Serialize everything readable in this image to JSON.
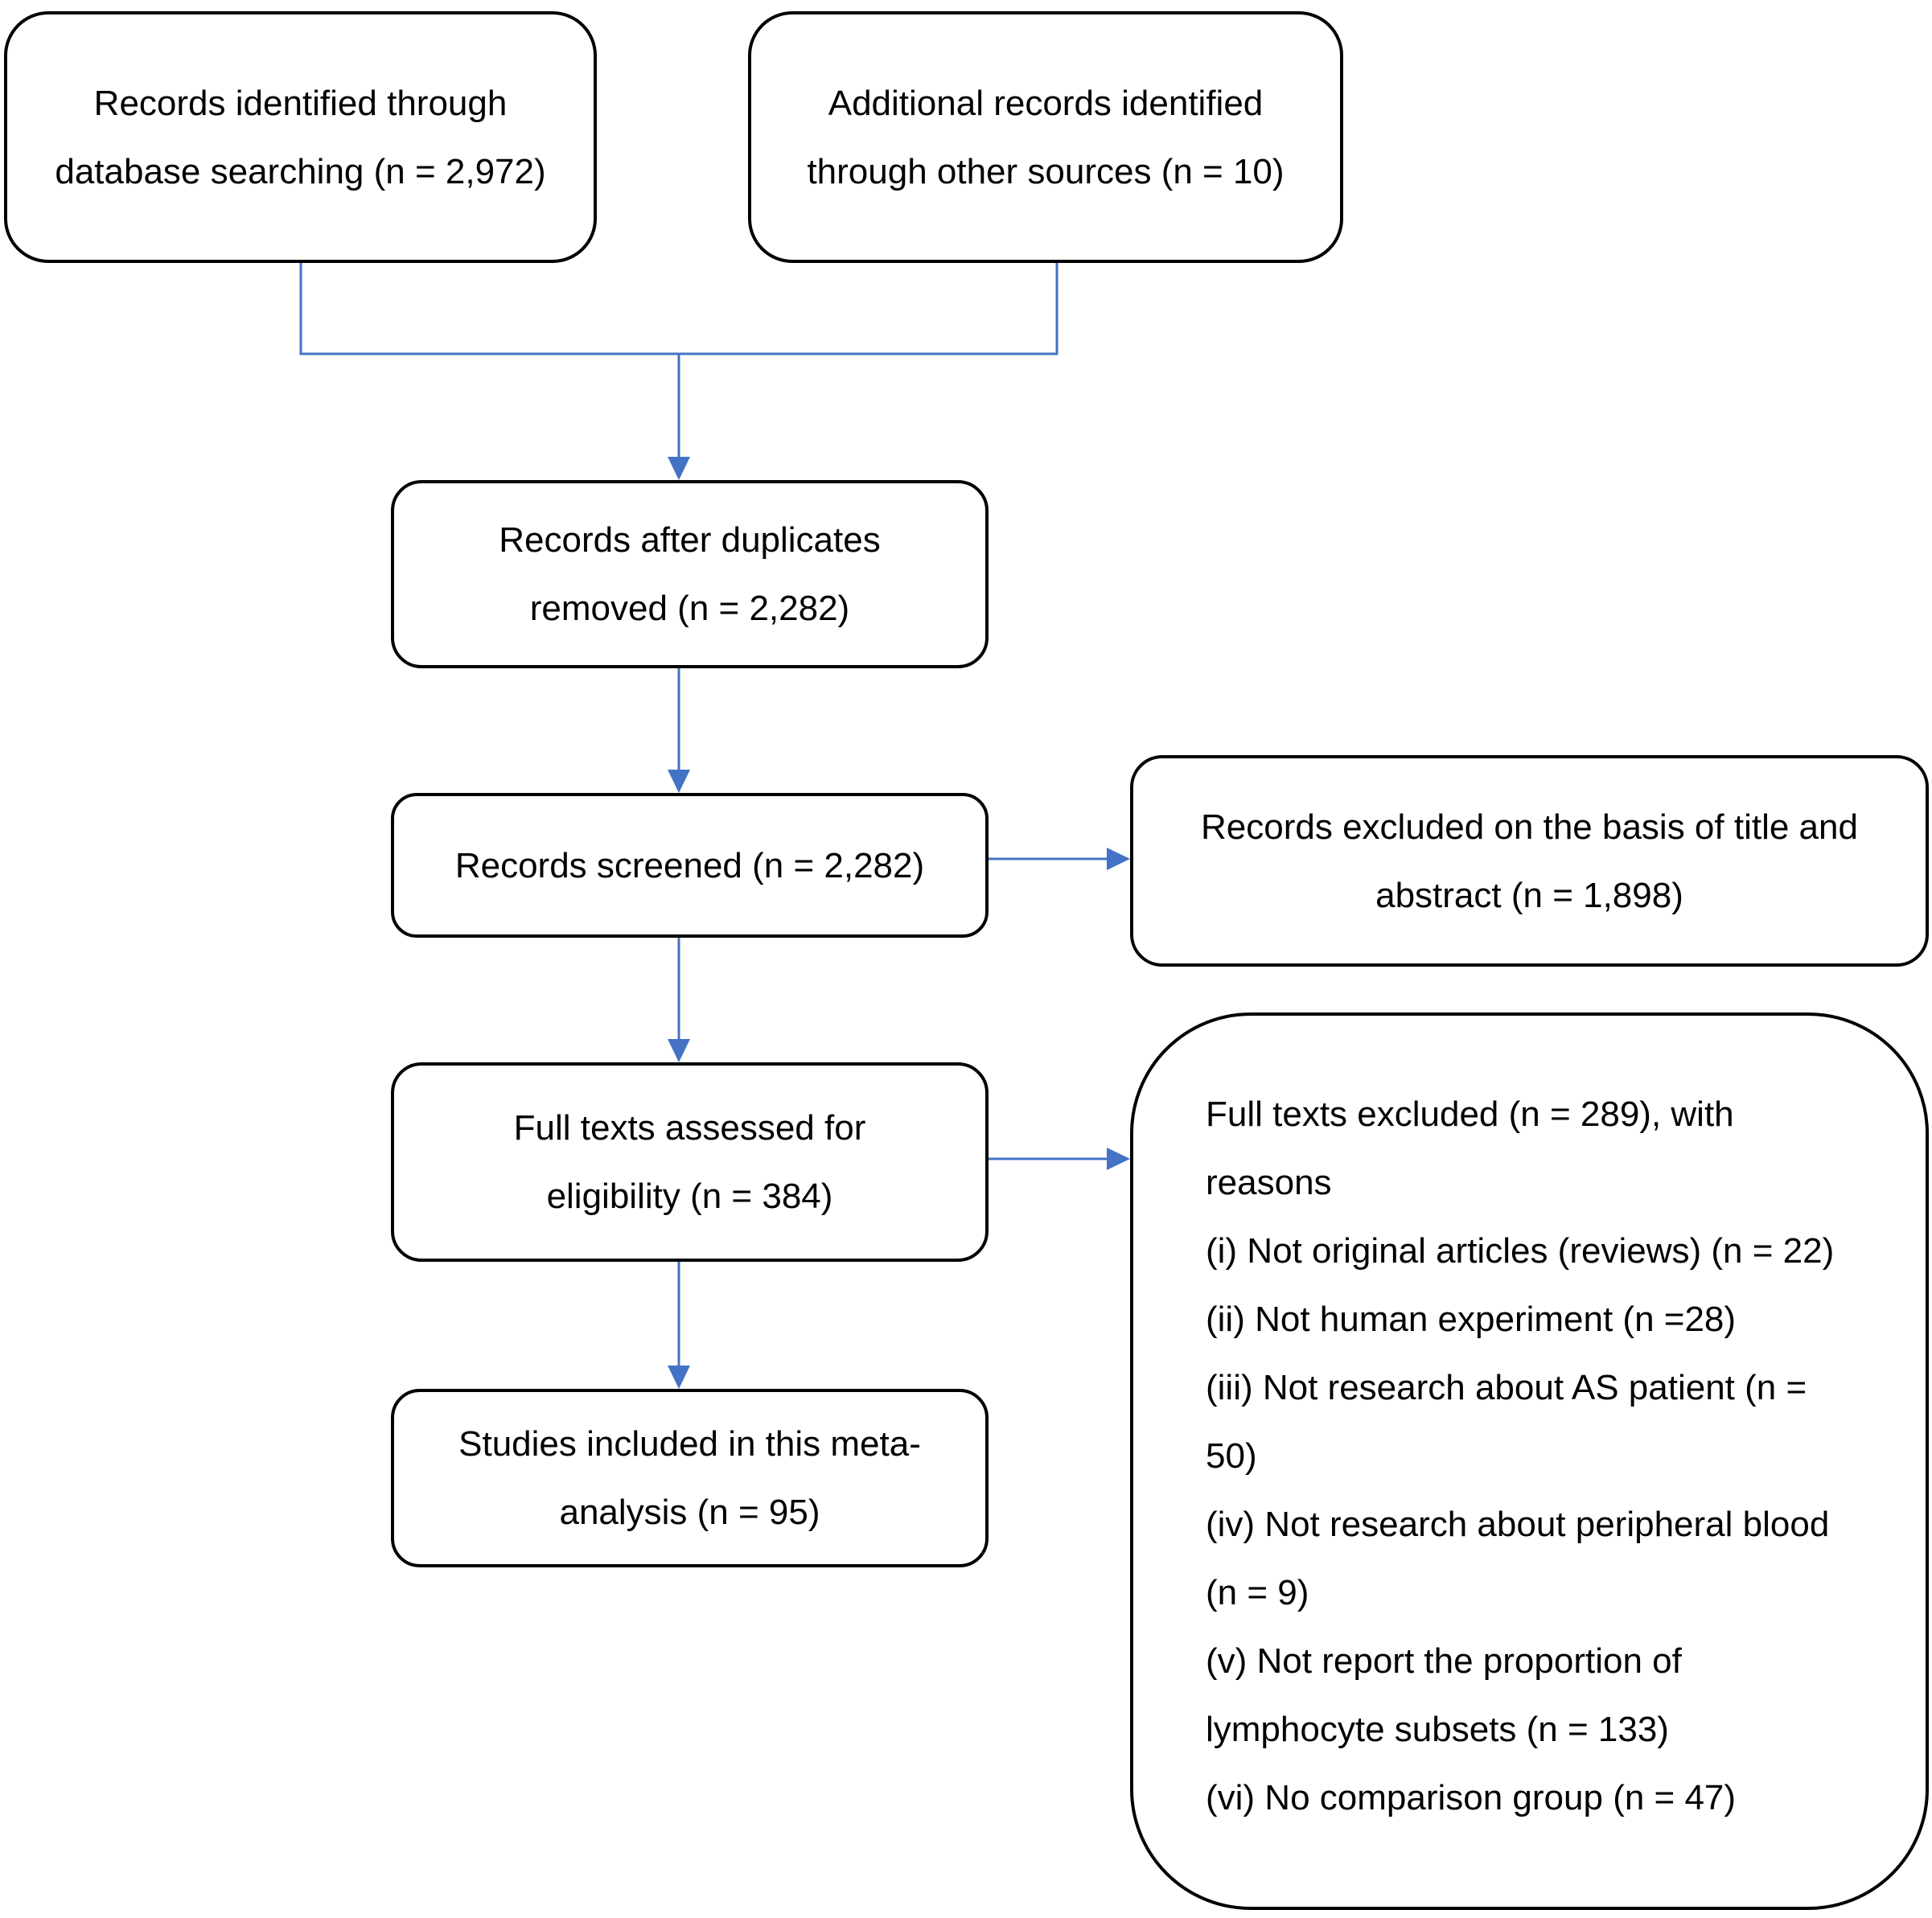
{
  "diagram": {
    "nodes": {
      "identified_db": [
        "Records identified through",
        "database searching (n = 2,972)"
      ],
      "identified_other": [
        "Additional records identified",
        "through other sources (n = 10)"
      ],
      "dedup": [
        "Records after duplicates",
        "removed (n = 2,282)"
      ],
      "screened": [
        "Records screened (n = 2,282)"
      ],
      "excluded_title": [
        "Records excluded on the basis of title and",
        "abstract (n = 1,898)"
      ],
      "fulltext": [
        "Full texts assessed for",
        "eligibility (n = 384)"
      ],
      "included": [
        "Studies included in this meta-",
        "analysis (n = 95)"
      ],
      "excluded_full": [
        "Full texts excluded (n = 289), with",
        "reasons",
        "(i) Not original articles (reviews) (n = 22)",
        "(ii) Not human experiment (n =28)",
        "(iii) Not research about AS patient (n =",
        "50)",
        "(iv) Not research about peripheral blood",
        "(n = 9)",
        "(v) Not report the proportion of",
        "lymphocyte subsets (n = 133)",
        "(vi) No comparison group (n = 47)"
      ]
    },
    "edges": [
      {
        "from": "identified_db",
        "to": "dedup"
      },
      {
        "from": "identified_other",
        "to": "dedup"
      },
      {
        "from": "dedup",
        "to": "screened"
      },
      {
        "from": "screened",
        "to": "excluded_title"
      },
      {
        "from": "screened",
        "to": "fulltext"
      },
      {
        "from": "fulltext",
        "to": "excluded_full"
      },
      {
        "from": "fulltext",
        "to": "included"
      }
    ],
    "line_color": "#4472C4"
  }
}
